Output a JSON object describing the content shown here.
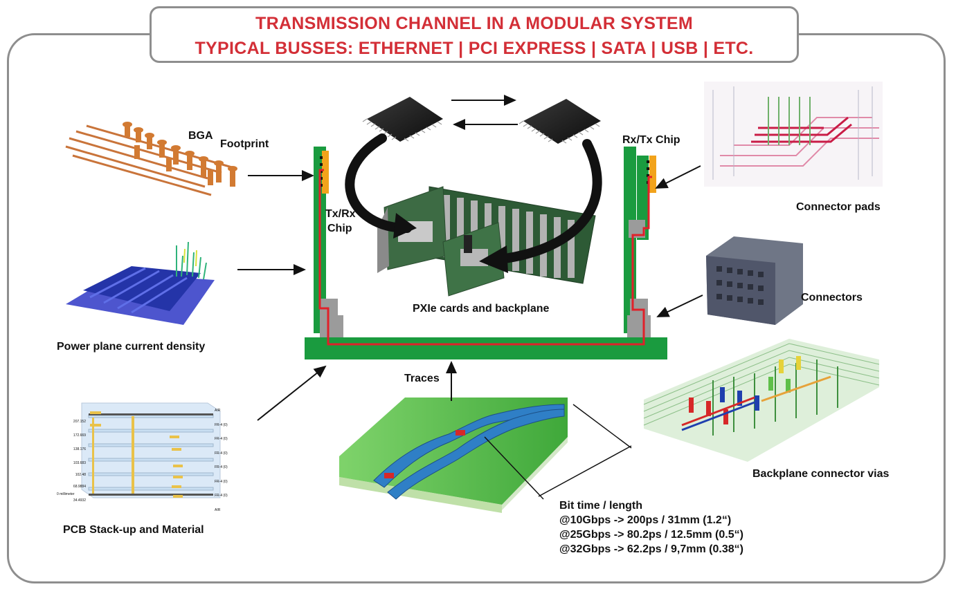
{
  "title": {
    "line1": "TRANSMISSION CHANNEL IN A MODULAR SYSTEM",
    "line2": "TYPICAL BUSSES: ETHERNET  |  PCI EXPRESS  |  SATA  |  USB  | ETC."
  },
  "labels": {
    "bga": "BGA",
    "footprint": "Footprint",
    "tx_rx_line1": "Tx/Rx",
    "tx_rx_line2": "Chip",
    "rx_tx": "Rx/Tx Chip",
    "connector_pads": "Connector pads",
    "connectors": "Connectors",
    "power_plane": "Power plane current density",
    "pxie": "PXIe cards and backplane",
    "traces": "Traces",
    "backplane_vias": "Backplane connector vias",
    "pcb_stackup": "PCB Stack-up and Material"
  },
  "bit_time": {
    "heading": "Bit time / length",
    "rows": [
      "@10Gbps -> 200ps / 31mm (1.2“)",
      "@25Gbps -> 80.2ps / 12.5mm (0.5“)",
      "@32Gbps -> 62.2ps / 9,7mm (0.38“)"
    ]
  },
  "stackup": {
    "left_values": [
      "207.152",
      "172.669",
      "138.176",
      "103.683",
      "102.48",
      "68.9884",
      "34.4932",
      "0 millimeter"
    ],
    "right_labels": [
      "AIR",
      "FR-4 (0)",
      "FR-4 (0)",
      "FR-4 (0)",
      "FR-4 (0)",
      "FR-4 (0)",
      "FR-4 (0)",
      "AIR"
    ]
  },
  "colors": {
    "title_red": "#d32f37",
    "pcb_green": "#1a9b3f",
    "trace_red": "#e0202a",
    "chip_orange": "#f2a31b",
    "connector_grey": "#9b9b9b",
    "frame_grey": "#8e8e8e"
  }
}
